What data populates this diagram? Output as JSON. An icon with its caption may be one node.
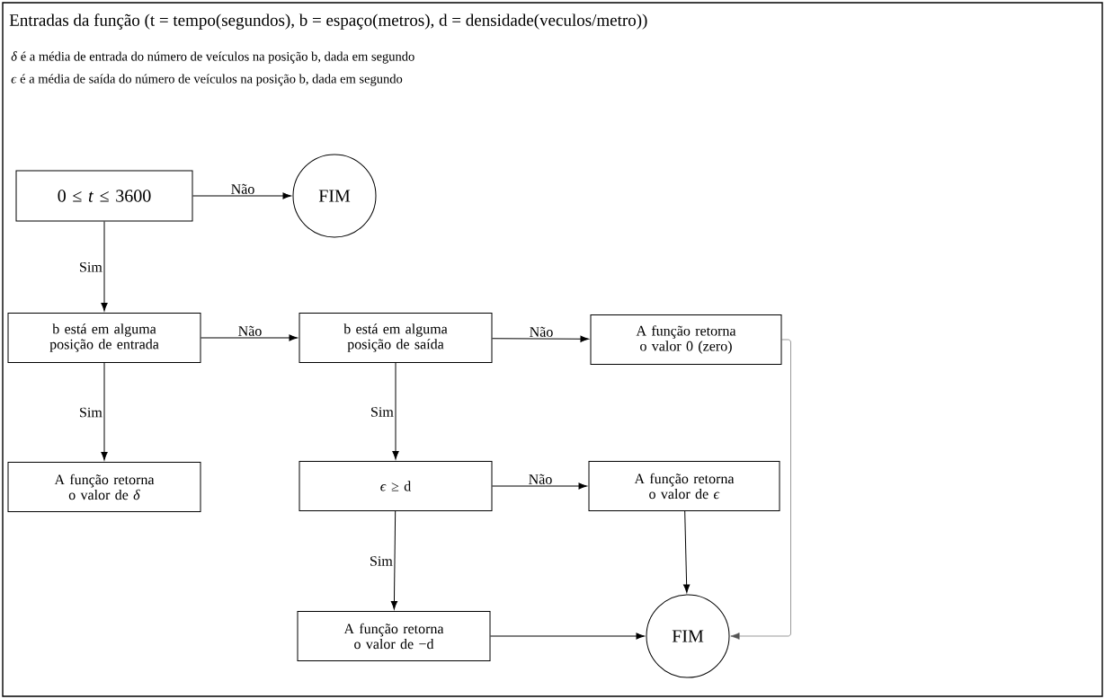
{
  "diagram": {
    "title": "Entradas da função (t = tempo(segundos), b = espaço(metros), d = densidade(veculos/metro))",
    "nodes": [
      {
        "text": [
          "0 ≤ *t* ≤ 3600"
        ]
      },
      {
        "text": [
          "FIM"
        ]
      },
      {
        "text": [
          "b está em alguma posição de entrada"
        ]
      },
      {
        "text": [
          "b está em alguma posição de saída"
        ]
      },
      {
        "text": [
          "A função retorna o valor 0 (zero)"
        ]
      },
      {
        "text": [
          "A função retorna o valor de *δ*"
        ]
      },
      {
        "text": [
          "*ϵ* ≥ d"
        ]
      },
      {
        "text": [
          "A função retorna o valor de *ϵ*"
        ]
      },
      {
        "text": [
          "A função retorna o valor de −d"
        ]
      },
      {
        "text": [
          "FIM"
        ]
      }
    ],
    "edges": [
      {
        "from": 0,
        "to": 1,
        "arrow": "to",
        "label": "Não"
      },
      {
        "from": 0,
        "to": 2,
        "arrow": "to",
        "label": "Sim"
      },
      {
        "from": 2,
        "to": 3,
        "arrow": "to",
        "label": "Não"
      },
      {
        "from": 3,
        "to": 4,
        "arrow": "to",
        "label": "Não"
      },
      {
        "from": 2,
        "to": 5,
        "arrow": "to",
        "label": "Sim"
      },
      {
        "from": 3,
        "to": 6,
        "arrow": "to",
        "label": "Sim"
      },
      {
        "from": 6,
        "to": 7,
        "arrow": "to",
        "label": "Não"
      },
      {
        "from": 6,
        "to": 8,
        "arrow": "to",
        "label": "Sim"
      },
      {
        "from": 7,
        "to": 9,
        "arrow": "to"
      },
      {
        "from": 8,
        "to": 9,
        "arrow": "to"
      },
      {
        "from": 4,
        "to": 9,
        "arrow": "to",
        "color": "#555555"
      }
    ],
    "labels": [
      "*δ* é a média de entrada do número de veículos na posição b, dada em segundo",
      "*ϵ* é a média de saída do número de veículos na posição b, dada em segundo"
    ]
  }
}
